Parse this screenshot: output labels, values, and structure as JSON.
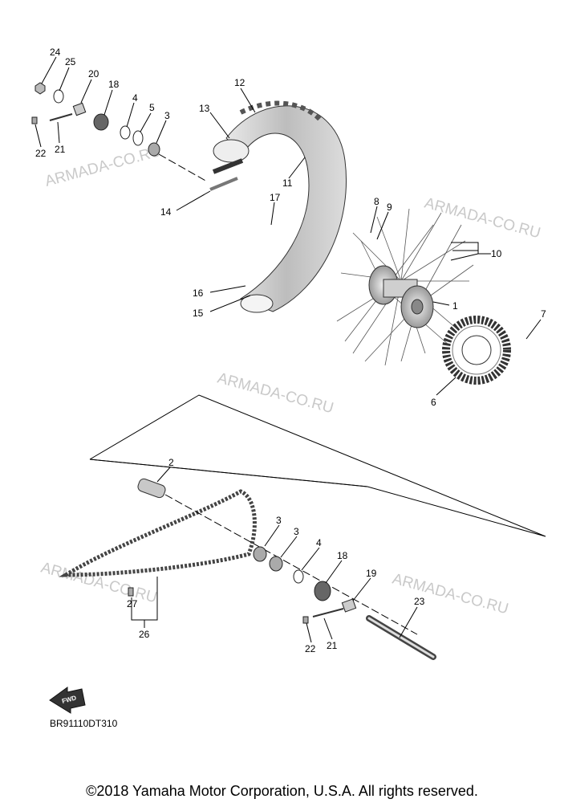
{
  "watermark": "ARMADA-CO.RU",
  "diagram_code": "BR91110DT310",
  "fwd_label": "FWD",
  "copyright": "©2018 Yamaha Motor Corporation, U.S.A. All rights reserved.",
  "callouts": {
    "c1": "1",
    "c2": "2",
    "c3a": "3",
    "c3b": "3",
    "c3c": "3",
    "c4a": "4",
    "c4b": "4",
    "c5": "5",
    "c6": "6",
    "c7": "7",
    "c8": "8",
    "c9": "9",
    "c10": "10",
    "c11": "11",
    "c12": "12",
    "c13": "13",
    "c14": "14",
    "c15": "15",
    "c16": "16",
    "c17": "17",
    "c18a": "18",
    "c18b": "18",
    "c19": "19",
    "c20": "20",
    "c21a": "21",
    "c21b": "21",
    "c22a": "22",
    "c22b": "22",
    "c23": "23",
    "c24": "24",
    "c25": "25",
    "c26": "26",
    "c27": "27"
  }
}
